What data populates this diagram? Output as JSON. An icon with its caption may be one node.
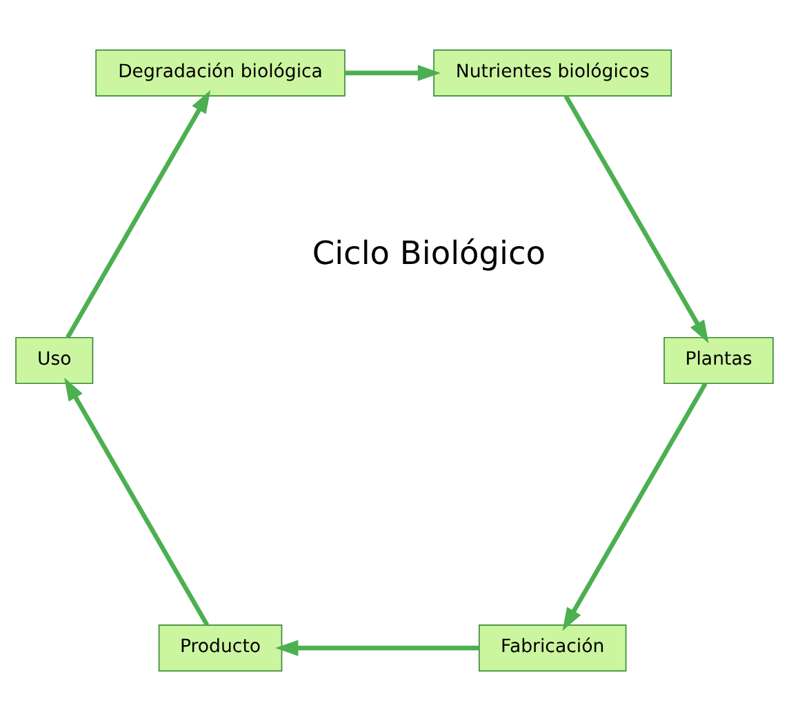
{
  "diagram": {
    "nodes": [
      {
        "text": [
          "Fabricación"
        ]
      },
      {
        "text": [
          "Producto"
        ]
      },
      {
        "text": [
          "Uso"
        ]
      },
      {
        "text": [
          "Degradación biológica"
        ]
      },
      {
        "text": [
          "Nutrientes biológicos"
        ]
      },
      {
        "text": [
          "Plantas"
        ]
      }
    ],
    "edges": [
      {
        "from": 0,
        "to": 1,
        "arrow": "to"
      },
      {
        "from": 1,
        "to": 2,
        "arrow": "to"
      },
      {
        "from": 2,
        "to": 3,
        "arrow": "to"
      },
      {
        "from": 3,
        "to": 4,
        "arrow": "to"
      },
      {
        "from": 4,
        "to": 5,
        "arrow": "to"
      },
      {
        "from": 5,
        "to": 0,
        "arrow": "to"
      }
    ],
    "labels": [
      "Ciclo Biológico"
    ]
  }
}
